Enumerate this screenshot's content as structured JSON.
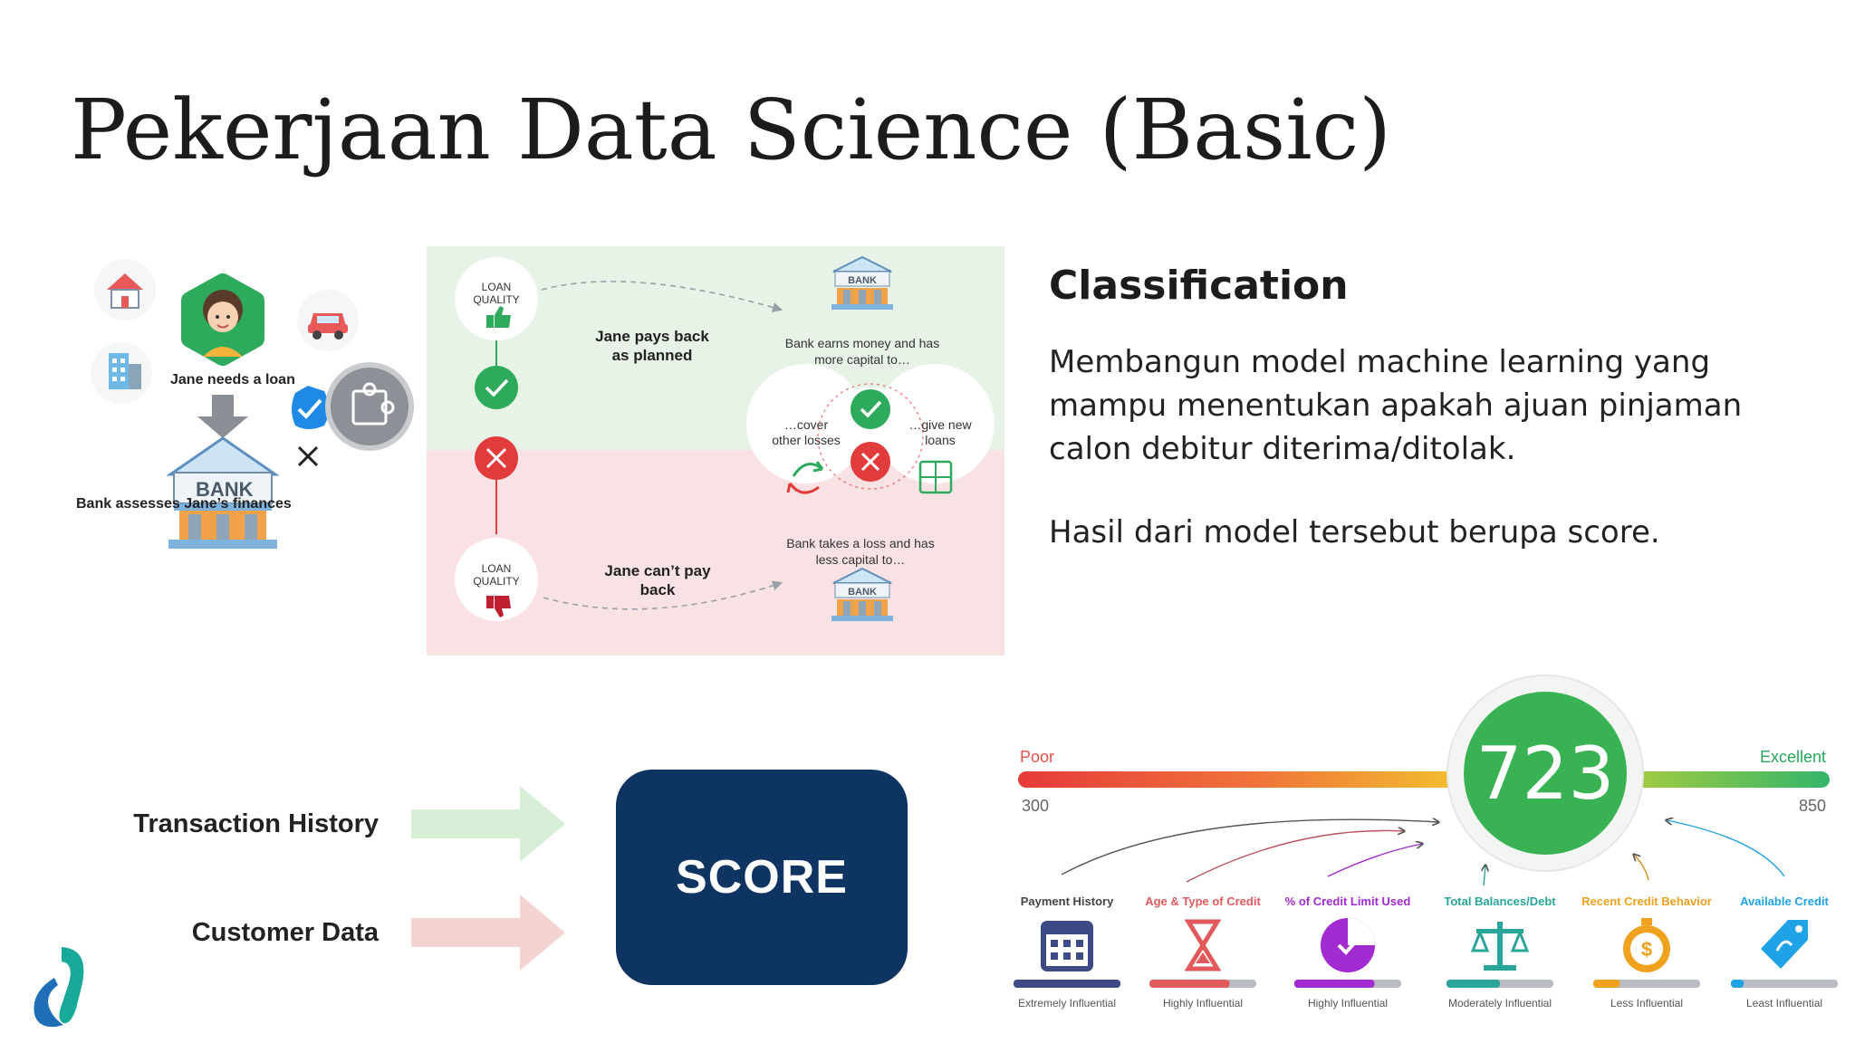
{
  "slide": {
    "title": "Pekerjaan Data Science (Basic)"
  },
  "loan_diagram": {
    "left": {
      "jane_label": "Jane needs a loan",
      "bank_sign": "BANK",
      "bank_caption": "Bank assesses Jane’s finances"
    },
    "top": {
      "quality_line1": "LOAN",
      "quality_line2": "QUALITY",
      "outcome_line1": "Jane pays back",
      "outcome_line2": "as planned",
      "bank_sign": "BANK",
      "result_line1": "Bank earns money and has",
      "result_line2": "more capital to…"
    },
    "middle": {
      "cover_line1": "…cover",
      "cover_line2": "other losses",
      "give_line1": "…give new",
      "give_line2": "loans"
    },
    "bottom": {
      "quality_line1": "LOAN",
      "quality_line2": "QUALITY",
      "outcome_line1": "Jane can’t pay",
      "outcome_line2": "back",
      "result_line1": "Bank takes a loss and has",
      "result_line2": "less capital to…",
      "bank_sign": "BANK"
    }
  },
  "classification": {
    "heading": "Classification",
    "description": "Membangun model machine learning yang mampu menentukan apakah ajuan pinjaman calon debitur diterima/ditolak.",
    "result": "Hasil dari model tersebut berupa score."
  },
  "score_flow": {
    "inputs": [
      "Transaction History",
      "Customer Data"
    ],
    "output": "SCORE",
    "colors": {
      "arrow_top": "#d6edd6",
      "arrow_bottom": "#f4d3d3",
      "score_bg": "#0e3561"
    }
  },
  "credit_score": {
    "value": "723",
    "min_label": "Poor",
    "max_label": "Excellent",
    "min_value": "300",
    "max_value": "850",
    "factors": [
      {
        "name": "Payment History",
        "influence": "Extremely Influential",
        "color": "#3e4a86",
        "icon": "calendar-icon",
        "fill": 1.0
      },
      {
        "name": "Age & Type of Credit",
        "influence": "Highly Influential",
        "color": "#e05a5e",
        "icon": "hourglass-icon",
        "fill": 0.75
      },
      {
        "name": "% of Credit Limit Used",
        "influence": "Highly Influential",
        "color": "#a12ad0",
        "icon": "pie-icon",
        "fill": 0.75
      },
      {
        "name": "Total Balances/Debt",
        "influence": "Moderately Influential",
        "color": "#2aa59a",
        "icon": "scales-icon",
        "fill": 0.5
      },
      {
        "name": "Recent Credit Behavior",
        "influence": "Less Influential",
        "color": "#f0a21f",
        "icon": "stopwatch-dollar-icon",
        "fill": 0.25
      },
      {
        "name": "Available Credit",
        "influence": "Least Influential",
        "color": "#1fa3e6",
        "icon": "price-tag-icon",
        "fill": 0.12
      }
    ]
  }
}
